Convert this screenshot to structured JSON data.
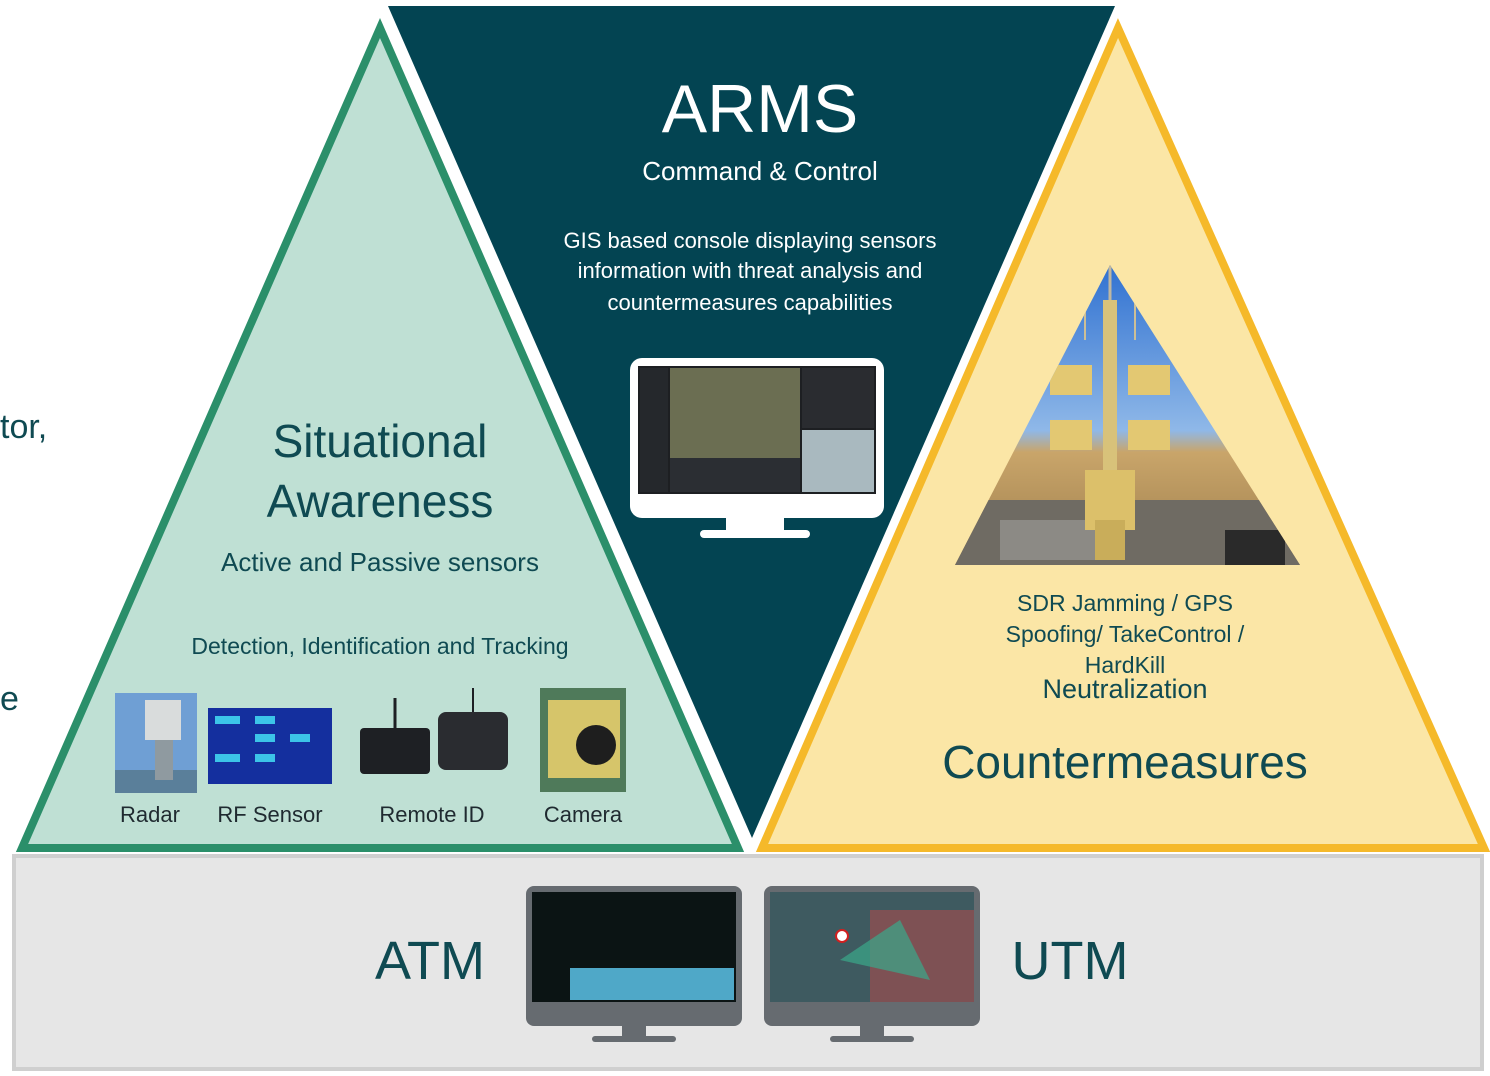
{
  "left_cut_text": {
    "line1": "tor,",
    "line2": "e"
  },
  "arms": {
    "title": "ARMS",
    "subtitle": "Command & Control",
    "description_lines": [
      "GIS based console displaying sensors",
      "information with threat analysis and",
      "countermeasures capabilities"
    ]
  },
  "situational": {
    "title_lines": [
      "Situational",
      "Awareness"
    ],
    "subtitle": "Active and Passive sensors",
    "detail": "Detection, Identification and Tracking",
    "sensors": [
      "Radar",
      "RF Sensor",
      "Remote ID",
      "Camera"
    ]
  },
  "countermeasures": {
    "detail_lines": [
      "SDR Jamming / GPS",
      "Spoofing/ TakeControl /",
      "HardKill"
    ],
    "subtitle": "Neutralization",
    "title": "Countermeasures"
  },
  "bottom": {
    "left_label": "ATM",
    "right_label": "UTM"
  },
  "colors": {
    "arms_fill": "#034452",
    "situational_fill": "#bfe0d4",
    "situational_border": "#2b8f6a",
    "countermeasures_fill": "#fbe6a6",
    "countermeasures_border": "#f5b92a",
    "bottom_bar": "#e6e6e6"
  }
}
